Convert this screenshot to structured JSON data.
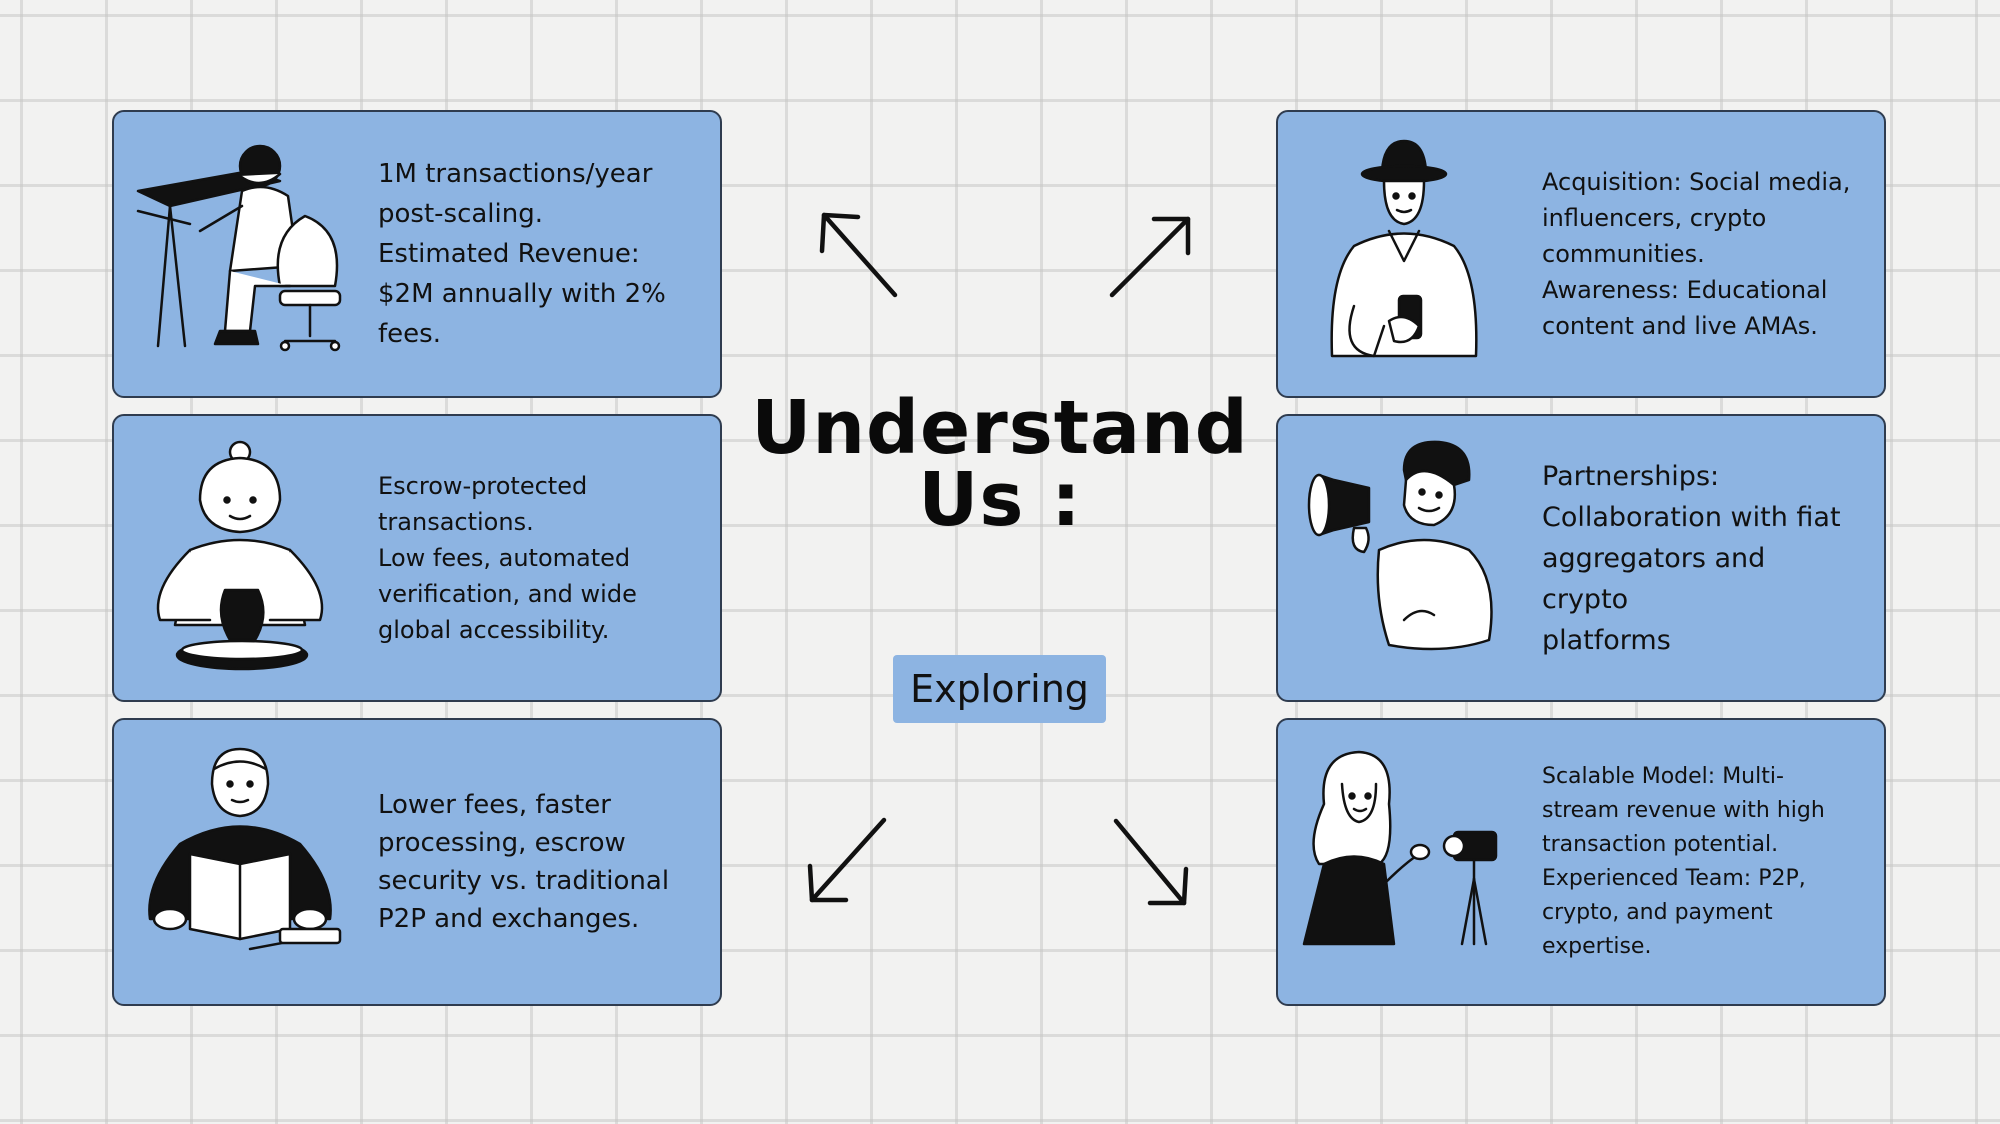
{
  "title": {
    "line1": "Understand",
    "line2": "Us :"
  },
  "badge": "Exploring",
  "cards": [
    {
      "icon": "person-drafting-table-icon",
      "lines": [
        "1M transactions/year",
        "post-scaling.",
        "Estimated Revenue:",
        "$2M annually with 2%",
        "fees."
      ]
    },
    {
      "icon": "person-pottery-wheel-icon",
      "lines": [
        "Escrow-protected",
        "transactions.",
        "Low fees, automated",
        "verification, and wide",
        "global accessibility."
      ]
    },
    {
      "icon": "person-reading-book-icon",
      "lines": [
        "Lower fees, faster",
        "processing, escrow",
        "security vs. traditional",
        "P2P and exchanges."
      ]
    },
    {
      "icon": "person-holding-phone-icon",
      "lines": [
        "Acquisition: Social media,",
        "influencers, crypto",
        "communities.",
        "Awareness: Educational",
        "content and live AMAs."
      ]
    },
    {
      "icon": "person-megaphone-icon",
      "lines": [
        "Partnerships:",
        "Collaboration with fiat",
        "aggregators and crypto",
        "platforms"
      ]
    },
    {
      "icon": "person-camera-tripod-icon",
      "lines": [
        "Scalable Model: Multi-",
        "stream revenue with high",
        "transaction potential.",
        "Experienced Team: P2P,",
        "crypto, and payment",
        "expertise."
      ]
    }
  ],
  "colors": {
    "card": "#8db4e2",
    "background": "#f2f2f1",
    "ink": "#111111"
  }
}
